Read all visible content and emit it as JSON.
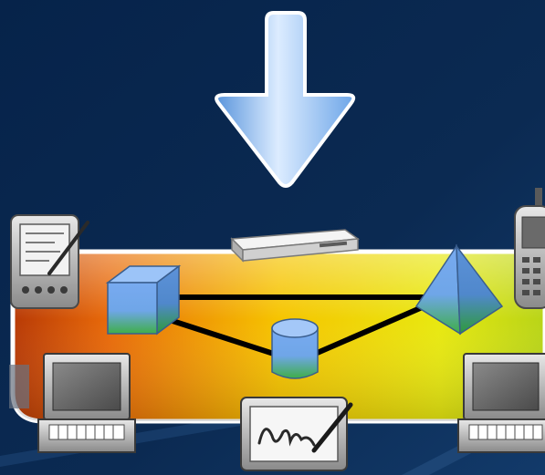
{
  "colors": {
    "background": "#0b2a52",
    "arrow": "#8cc0f4",
    "band_left": "#b83a06",
    "band_mid": "#f0c000",
    "band_right": "#c8dc18",
    "connector": "#000000",
    "node_blue": "#6fa6e8",
    "node_green": "#47b04c"
  },
  "diagram": {
    "nodes": [
      {
        "id": "arrow",
        "icon": "down-arrow-icon"
      },
      {
        "id": "server",
        "icon": "rack-server-icon"
      },
      {
        "id": "cube",
        "icon": "cube-node-icon"
      },
      {
        "id": "pyramid",
        "icon": "pyramid-node-icon"
      },
      {
        "id": "cylinder",
        "icon": "database-cylinder-icon"
      },
      {
        "id": "pda",
        "icon": "pda-device-icon"
      },
      {
        "id": "phone",
        "icon": "mobile-phone-icon"
      },
      {
        "id": "laptop-left",
        "icon": "laptop-icon"
      },
      {
        "id": "laptop-right",
        "icon": "laptop-icon"
      },
      {
        "id": "tablet",
        "icon": "signature-tablet-icon"
      }
    ],
    "edges": [
      {
        "from": "cube",
        "to": "pyramid"
      },
      {
        "from": "cube",
        "to": "cylinder"
      },
      {
        "from": "cylinder",
        "to": "pyramid"
      }
    ]
  }
}
